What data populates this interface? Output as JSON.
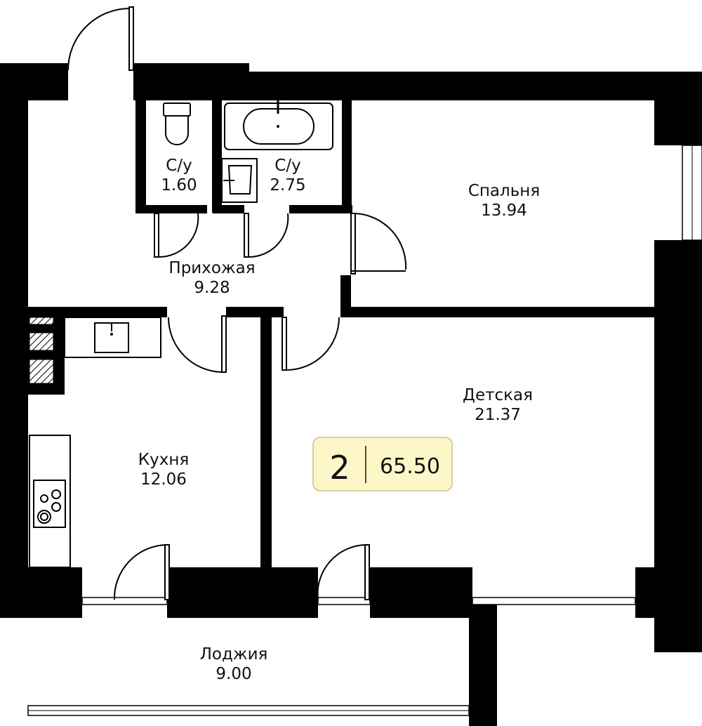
{
  "rooms": {
    "wc1": {
      "name": "С/у",
      "area": "1.60"
    },
    "wc2": {
      "name": "С/у",
      "area": "2.75"
    },
    "bedroom": {
      "name": "Спальня",
      "area": "13.94"
    },
    "hallway": {
      "name": "Прихожая",
      "area": "9.28"
    },
    "kids": {
      "name": "Детская",
      "area": "21.37"
    },
    "kitchen": {
      "name": "Кухня",
      "area": "12.06"
    },
    "loggia": {
      "name": "Лоджия",
      "area": "9.00"
    }
  },
  "badge": {
    "rooms_count": "2",
    "total_area": "65.50",
    "color": "#fdf6c8"
  }
}
